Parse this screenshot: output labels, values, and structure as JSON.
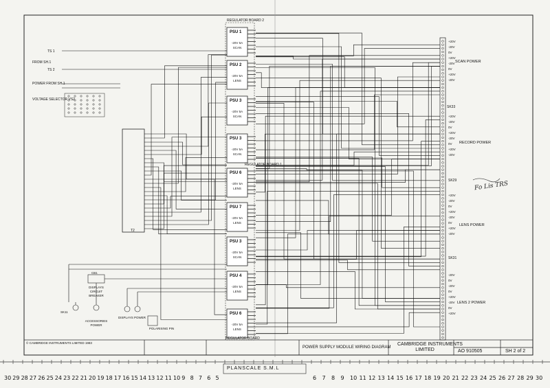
{
  "labels": {
    "ts1": "TS 1",
    "ts2": "TS 2",
    "from_sh1_a": "FROM SH.1",
    "power_from_sh1": "POWER FROM SH.1",
    "voltage_selector": "VOLTAGE SELECTOR VS2",
    "t2": "T2",
    "regulator_board_2": "REGULATOR BOARD 2",
    "regulator_board_1": "REGULATOR BOARD 1",
    "regulator_board_bottom": "REGULATOR BOARD",
    "scan_power": "SCAN POWER",
    "record_power": "RECORD POWER",
    "lens_power": "LENS POWER",
    "lens_2_power": "LENS 2 POWER",
    "sk33": "SK33",
    "sk29": "SK29",
    "sk31": "SK31",
    "handwritten": "Fo Lis TRS",
    "cb1": "CB1",
    "circuit_breaker": "DISPLAYS CIRCUIT BREAKER",
    "sk11": "SK11",
    "accessories_power": "ACCESSORIES POWER",
    "displays_power": "DISPLAYS POWER",
    "polarising_pin": "POLARISING PIN"
  },
  "psus": [
    {
      "name": "PSU 1",
      "rating": "-20V 5A",
      "use": "SCAN"
    },
    {
      "name": "PSU 2",
      "rating": "-20V 5A",
      "use": "LENS"
    },
    {
      "name": "PSU 3",
      "rating": "-20V 5A",
      "use": "SCAN"
    },
    {
      "name": "PSU 3",
      "rating": "-20V 5A",
      "use": "SCAN"
    },
    {
      "name": "PSU 6",
      "rating": "-20V 5A",
      "use": "LENS"
    },
    {
      "name": "PSU 7",
      "rating": "-20V 5A",
      "use": "LENS"
    },
    {
      "name": "PSU 3",
      "rating": "-20V 5A",
      "use": "SCAN"
    },
    {
      "name": "PSU 4",
      "rating": "-20V 5A",
      "use": "LENS"
    },
    {
      "name": "PSU 6",
      "rating": "-20V 5A",
      "use": "LENS"
    }
  ],
  "rails": {
    "scan": [
      "+20V",
      "-20V",
      "0V",
      "+20V",
      "-20V",
      "0V",
      "+20V",
      "-20V"
    ],
    "record": [
      "+20V",
      "-20V",
      "0V",
      "+20V",
      "-20V",
      "0V",
      "+20V",
      "-20V"
    ],
    "lens": [
      "+20V",
      "-20V",
      "0V",
      "+20V",
      "-20V",
      "0V",
      "+20V",
      "-20V"
    ],
    "lens2": [
      "-20V",
      "0V",
      "-20V",
      "0V",
      "+20V",
      "-20V",
      "0V",
      "+20V"
    ]
  },
  "title_block": {
    "copyright": "© CAMBRIDGE INSTRUMENTS LIMITED 1983",
    "drawing_title": "POWER SUPPLY MODULE WIRING DIAGRAM",
    "company": "CAMBRIDGE INSTRUMENTS",
    "limited": "LIMITED",
    "drawing_number": "AO 910505",
    "sheet": "SH 2 of 2",
    "planscale": "PLANSCALE S.M.L"
  },
  "scale": {
    "left": [
      "30",
      "29",
      "28",
      "27",
      "26",
      "25",
      "24",
      "23",
      "22",
      "21",
      "20",
      "19",
      "18",
      "17",
      "16",
      "15",
      "14",
      "13",
      "12",
      "11",
      "10",
      "9",
      "8",
      "7",
      "6",
      "5"
    ],
    "right": [
      "6",
      "7",
      "8",
      "9",
      "10",
      "11",
      "12",
      "13",
      "14",
      "15",
      "16",
      "17",
      "18",
      "19",
      "20",
      "21",
      "22",
      "23",
      "24",
      "25",
      "26",
      "27",
      "28",
      "29",
      "30"
    ]
  }
}
